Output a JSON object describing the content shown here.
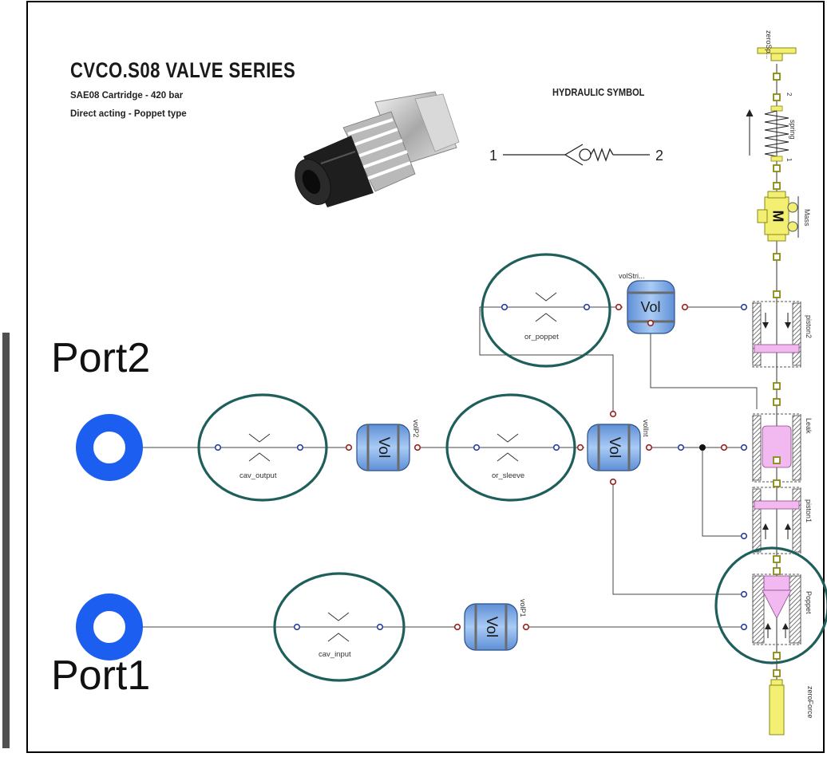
{
  "header": {
    "title": "CVCO.S08 VALVE SERIES",
    "subtitle_1": "SAE08 Cartridge - 420 bar",
    "subtitle_2": "Direct acting - Poppet type",
    "symbol_heading": "HYDRAULIC SYMBOL",
    "symbol_port_1": "1",
    "symbol_port_2": "2"
  },
  "ports": {
    "port2_label": "Port2",
    "port1_label": "Port1"
  },
  "orifices": {
    "cav_output": "cav_output",
    "or_sleeve": "or_sleeve",
    "or_poppet": "or_poppet",
    "cav_input": "cav_input"
  },
  "volumes": {
    "vol_glyph": "Vol",
    "volP2": "volP2",
    "volInt": "volInt",
    "volStri": "volStri...",
    "volP1": "volP1"
  },
  "mechanical": {
    "zeroSp": "zeroSp...",
    "spring": "spring",
    "spring_port_1": "1",
    "spring_port_2": "2",
    "mass": "Mass",
    "mass_glyph": "M",
    "piston2": "piston2",
    "leak": "Leak",
    "piston1": "piston1",
    "poppet": "Poppet",
    "zeroForce": "zeroForce"
  },
  "colors": {
    "highlight_ring": "#1f5f5b",
    "port_blue": "#1c5ff0",
    "vol_blue": "#86b4ec",
    "piston_pink": "#f2b8f0",
    "mass_yellow": "#f2ef73",
    "hyd_port": "#9b2020",
    "mech_port": "#8a8a10",
    "sig_port": "#2a3f9e"
  }
}
